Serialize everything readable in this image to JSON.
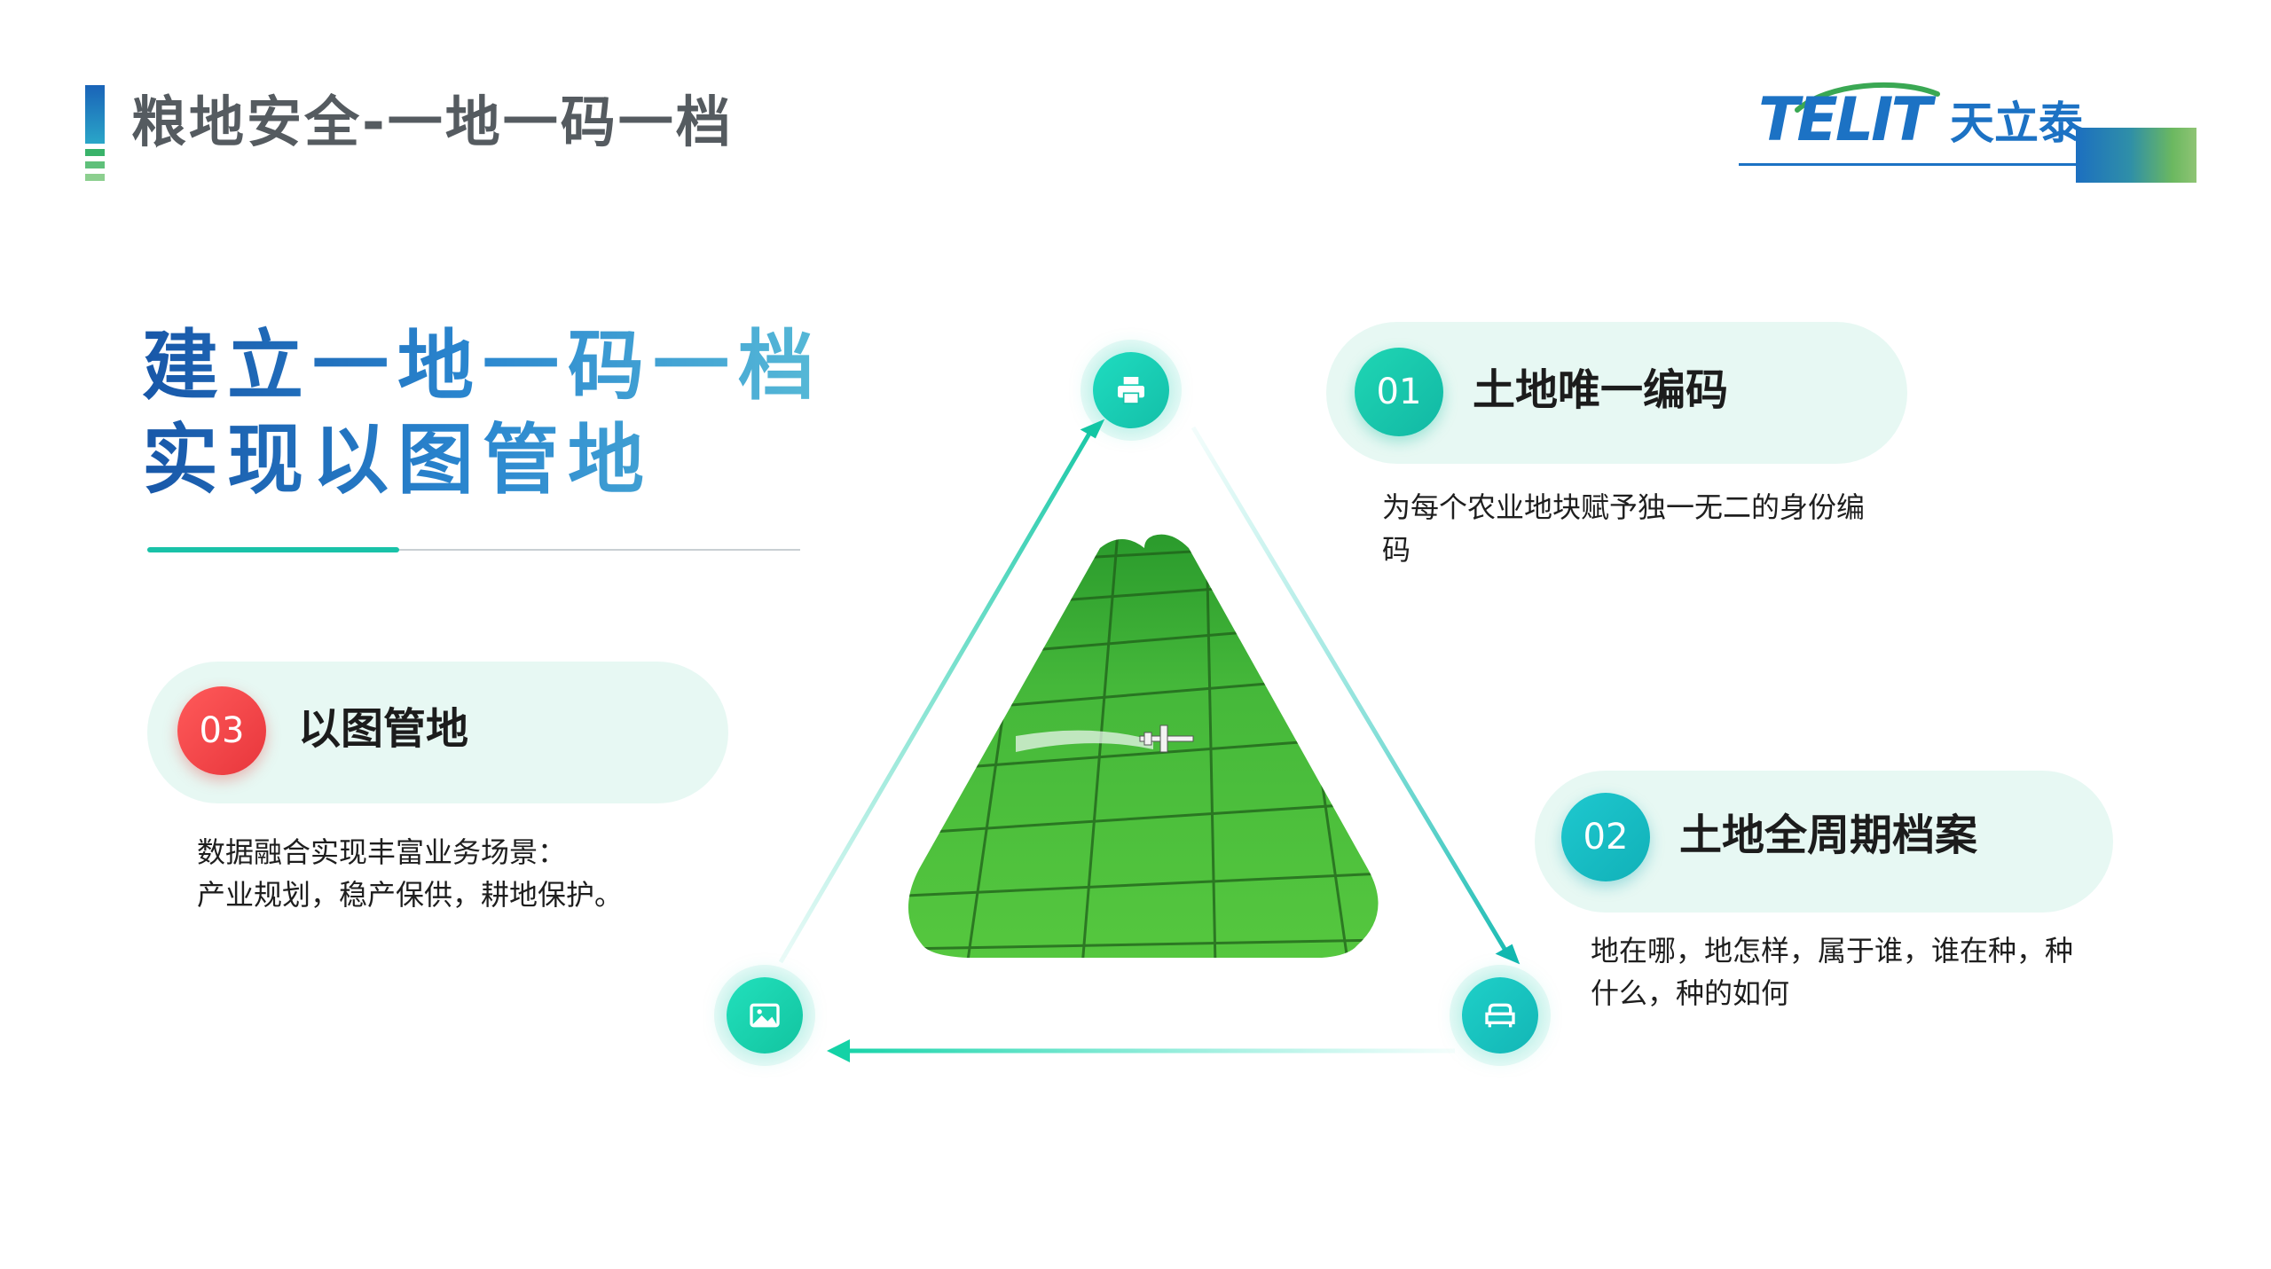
{
  "header": {
    "title": "粮地安全-一地一码一档"
  },
  "logo": {
    "text_en": "TELIT",
    "text_cn": "天立泰"
  },
  "headline": {
    "line1": "建立一地一码一档",
    "line2": "实现以图管地"
  },
  "items": [
    {
      "number": "01",
      "title": "土地唯一编码",
      "description": "为每个农业地块赋予独一无二的身份编码",
      "color": "#16c5ab"
    },
    {
      "number": "02",
      "title": "土地全周期档案",
      "description": "地在哪，地怎样，属于谁，谁在种，种什么，种的如何",
      "color": "#14bcbf"
    },
    {
      "number": "03",
      "title": "以图管地",
      "description_line1": "数据融合实现丰富业务场景：",
      "description_line2": "产业规划，稳产保供，耕地保护。",
      "color": "#ef4444"
    }
  ],
  "diagram": {
    "nodes": [
      {
        "name": "printer-icon"
      },
      {
        "name": "sofa-icon"
      },
      {
        "name": "image-icon"
      }
    ],
    "center_image": "aerial-farmland-crop-duster",
    "accent_color": "#1fd0b0"
  }
}
